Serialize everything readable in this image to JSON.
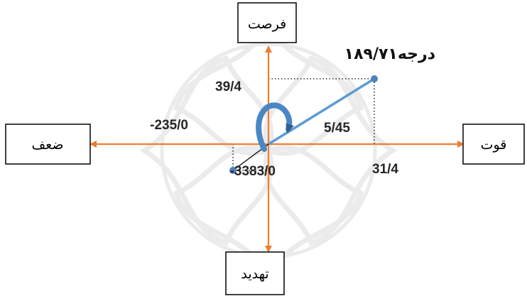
{
  "diagram": {
    "boxes": {
      "top": "فرصت",
      "bottom": "تهدید",
      "left": "ضعف",
      "right": "قوت"
    },
    "labels": {
      "angle": "۱۸۹/۷۱درجه",
      "y_value": "39/4",
      "x_value": "31/4",
      "vector_length": "5/45",
      "result_x": "-235/0",
      "result_y": "-3383/0"
    },
    "colors": {
      "axis": "#ED7D31",
      "vector": "#5B9BD5",
      "arc": "#4A86C5",
      "point": "#4F81BD",
      "box_border": "#000000",
      "watermark": "#c9c9c9"
    }
  }
}
